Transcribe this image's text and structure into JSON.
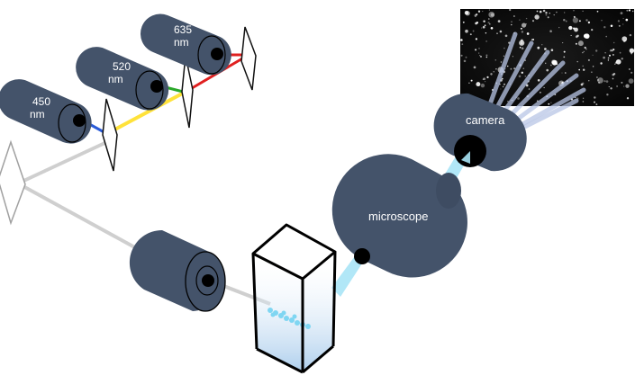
{
  "lasers": [
    {
      "wavelength": "450",
      "unit": "nm",
      "beam_color": "#2a5bd8"
    },
    {
      "wavelength": "520",
      "unit": "nm",
      "beam_color": "#2aa82a"
    },
    {
      "wavelength": "635",
      "unit": "nm",
      "beam_color": "#e02020"
    }
  ],
  "combined_beam_color": "#ffe23a",
  "labels": {
    "microscope": "microscope",
    "camera": "camera"
  },
  "colors": {
    "device_body": "#44536a",
    "gray_beam": "#c8c8c8",
    "cyan_light": "#a8e4f6",
    "cuvette_fill": "#a9ccec"
  }
}
